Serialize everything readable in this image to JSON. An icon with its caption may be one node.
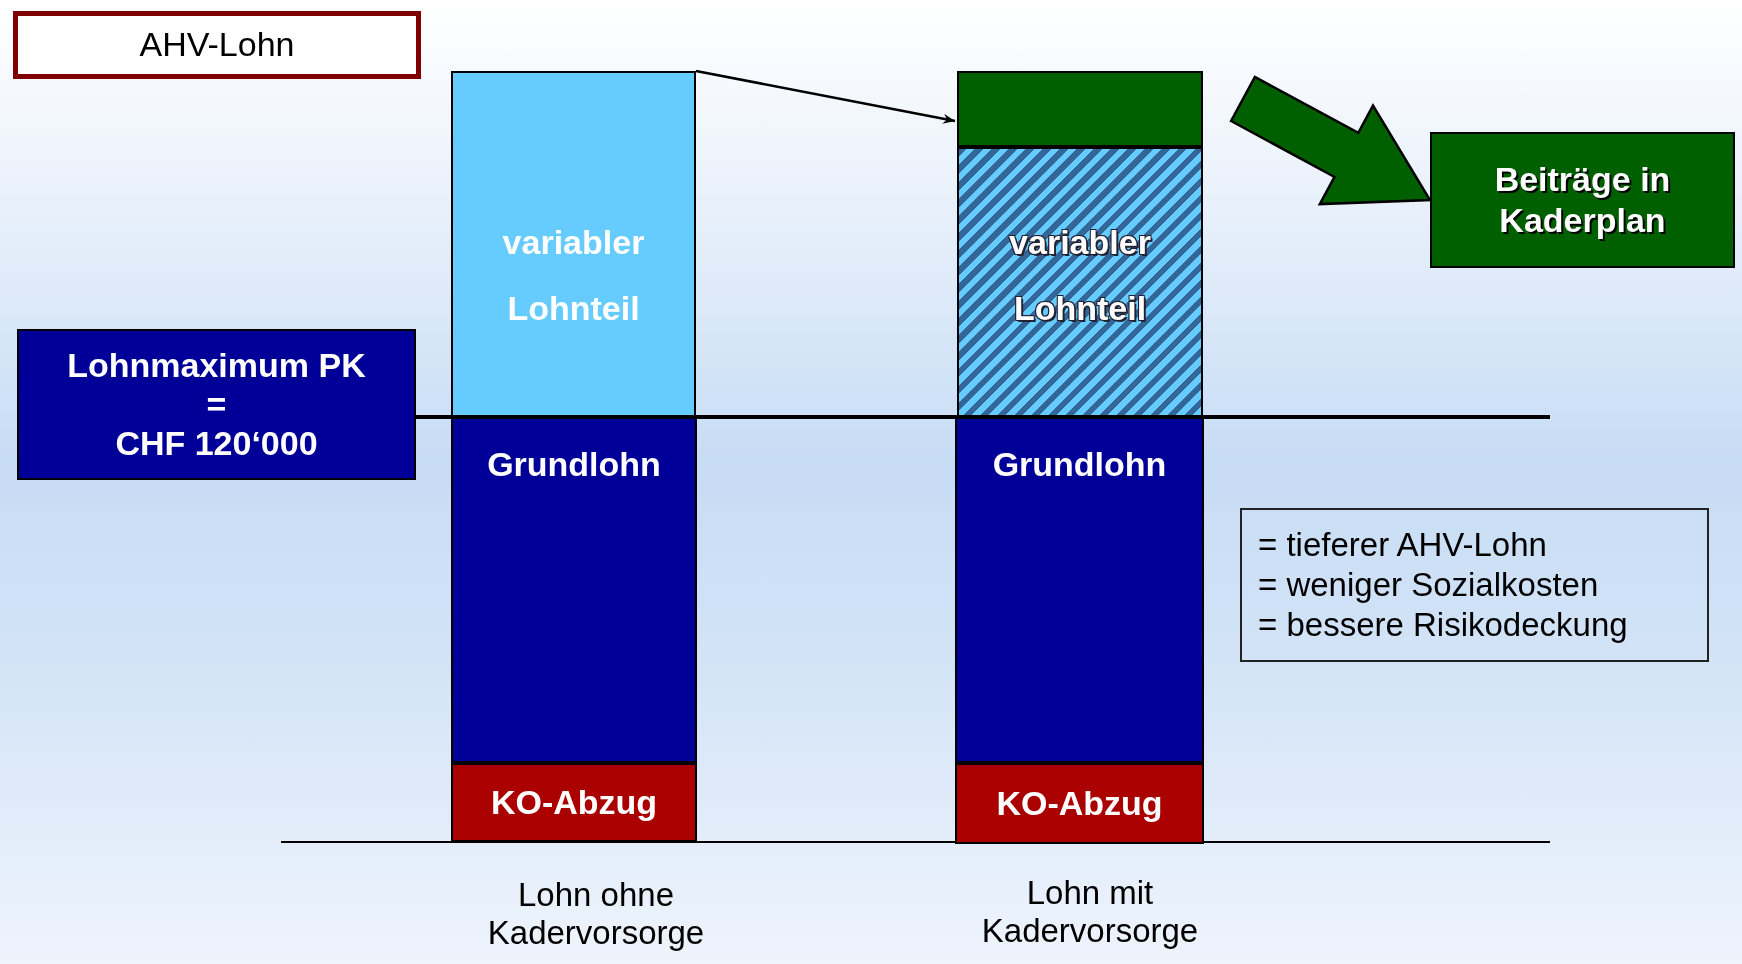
{
  "diagram": {
    "nodes": [
      {
        "text": [
          "AHV-Lohn"
        ]
      },
      {
        "text": [
          "Lohnmaximum PK",
          "=",
          "CHF 120‘000"
        ]
      },
      {
        "text": [
          "variabler Lohnteil"
        ]
      },
      {
        "text": [
          "Grundlohn"
        ]
      },
      {
        "text": [
          "KO-Abzug"
        ]
      },
      {
        "text": [],
        "shape": "box"
      },
      {
        "text": [
          "variabler Lohnteil"
        ]
      },
      {
        "text": [
          "Grundlohn"
        ]
      },
      {
        "text": [
          "KO-Abzug"
        ]
      },
      {
        "text": [
          "Beiträge in Kaderplan"
        ]
      },
      {
        "text": [
          "= tieferer AHV-Lohn",
          "= weniger Sozialkosten",
          "= bessere Risikodeckung"
        ]
      }
    ],
    "edges": [
      {
        "from": 2,
        "to": 5,
        "arrow": "to"
      },
      {
        "from": 5,
        "to": 9,
        "arrow": "to",
        "style": "thick",
        "color": "#006000"
      }
    ],
    "labels": [
      "Lohn ohne Kadervorsorge",
      "Lohn mit Kadervorsorge"
    ]
  }
}
